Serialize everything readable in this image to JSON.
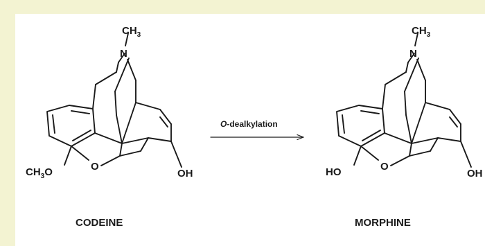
{
  "reaction": {
    "reactant": {
      "name": "CODEINE",
      "labels": {
        "methyl": "CH",
        "methyl_sub": "3",
        "nitrogen": "N",
        "oxygen": "O",
        "substituent_left": "CH",
        "substituent_left_sub": "3",
        "substituent_left_tail": "O",
        "hydroxyl": "OH"
      }
    },
    "arrow": {
      "label_prefix": "O",
      "label_suffix": "-dealkylation"
    },
    "product": {
      "name": "MORPHINE",
      "labels": {
        "methyl": "CH",
        "methyl_sub": "3",
        "nitrogen": "N",
        "oxygen": "O",
        "substituent_left": "HO",
        "hydroxyl": "OH"
      }
    }
  },
  "colors": {
    "background_frame": "#f3f3d2",
    "panel": "#ffffff",
    "ink": "#1a1a1a"
  }
}
